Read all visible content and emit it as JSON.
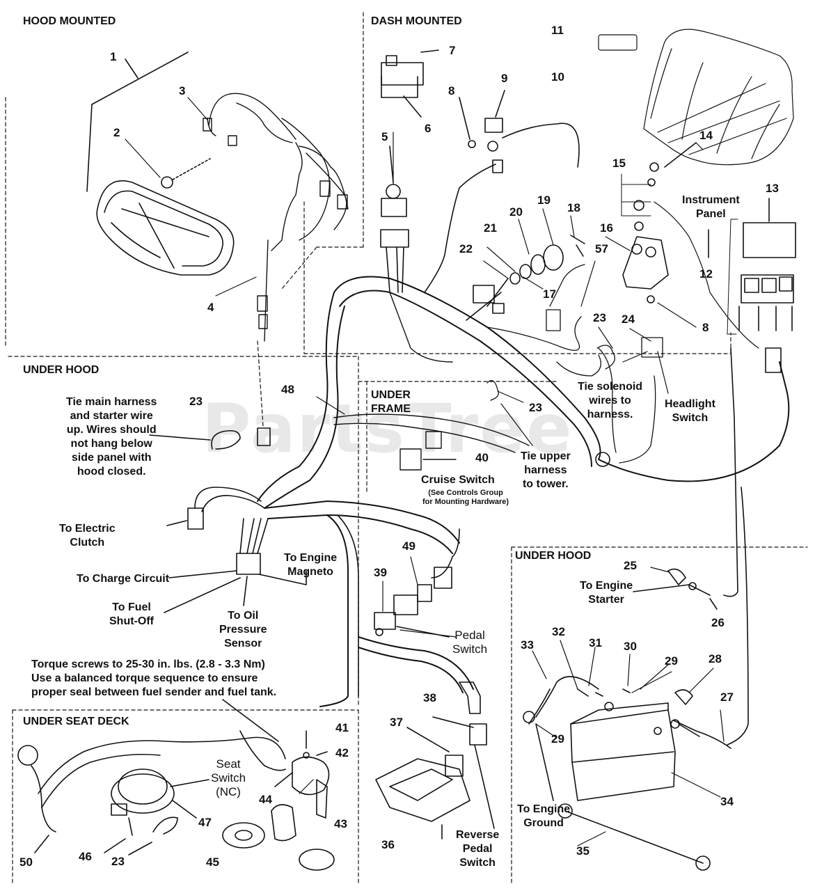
{
  "watermark": "PartsTree",
  "sections": {
    "hood_mounted": "HOOD MOUNTED",
    "dash_mounted": "DASH MOUNTED",
    "under_hood_left": "UNDER HOOD",
    "under_frame": "UNDER\nFRAME",
    "under_hood_right": "UNDER HOOD",
    "under_seat_deck": "UNDER SEAT DECK"
  },
  "callouts": {
    "tie_main_harness": "Tie main harness\nand starter wire\nup. Wires should\nnot hang below\nside panel with\nhood closed.",
    "to_electric_clutch": "To Electric\nClutch",
    "to_charge_circuit": "To Charge Circuit",
    "to_fuel_shutoff": "To Fuel\nShut-Off",
    "to_oil_pressure": "To Oil\nPressure\nSensor",
    "to_engine_magneto": "To Engine\nMagneto",
    "torque_note": "Torque screws to 25-30 in. lbs. (2.8 - 3.3 Nm)\nUse a balanced torque sequence to ensure\nproper seal between fuel sender and fuel tank.",
    "cruise_switch": "Cruise Switch",
    "cruise_note": "(See Controls Group\nfor Mounting Hardware)",
    "pedal_switch": "Pedal\nSwitch",
    "tie_upper_harness": "Tie upper\nharness\nto tower.",
    "tie_solenoid": "Tie solenoid\nwires to\nharness.",
    "headlight_switch": "Headlight\nSwitch",
    "instrument_panel": "Instrument\nPanel",
    "to_engine_starter": "To Engine\nStarter",
    "to_engine_ground": "To Engine\nGround",
    "seat_switch": "Seat\nSwitch\n(NC)",
    "reverse_pedal_switch": "Reverse\nPedal\nSwitch"
  },
  "part_numbers": [
    "1",
    "2",
    "3",
    "4",
    "5",
    "6",
    "7",
    "8",
    "8",
    "9",
    "10",
    "11",
    "12",
    "13",
    "14",
    "15",
    "16",
    "17",
    "18",
    "19",
    "20",
    "21",
    "22",
    "23",
    "23",
    "23",
    "23",
    "24",
    "25",
    "26",
    "27",
    "28",
    "29",
    "29",
    "30",
    "31",
    "32",
    "33",
    "34",
    "35",
    "36",
    "37",
    "38",
    "39",
    "40",
    "41",
    "42",
    "43",
    "44",
    "45",
    "46",
    "47",
    "48",
    "49",
    "50",
    "57"
  ]
}
